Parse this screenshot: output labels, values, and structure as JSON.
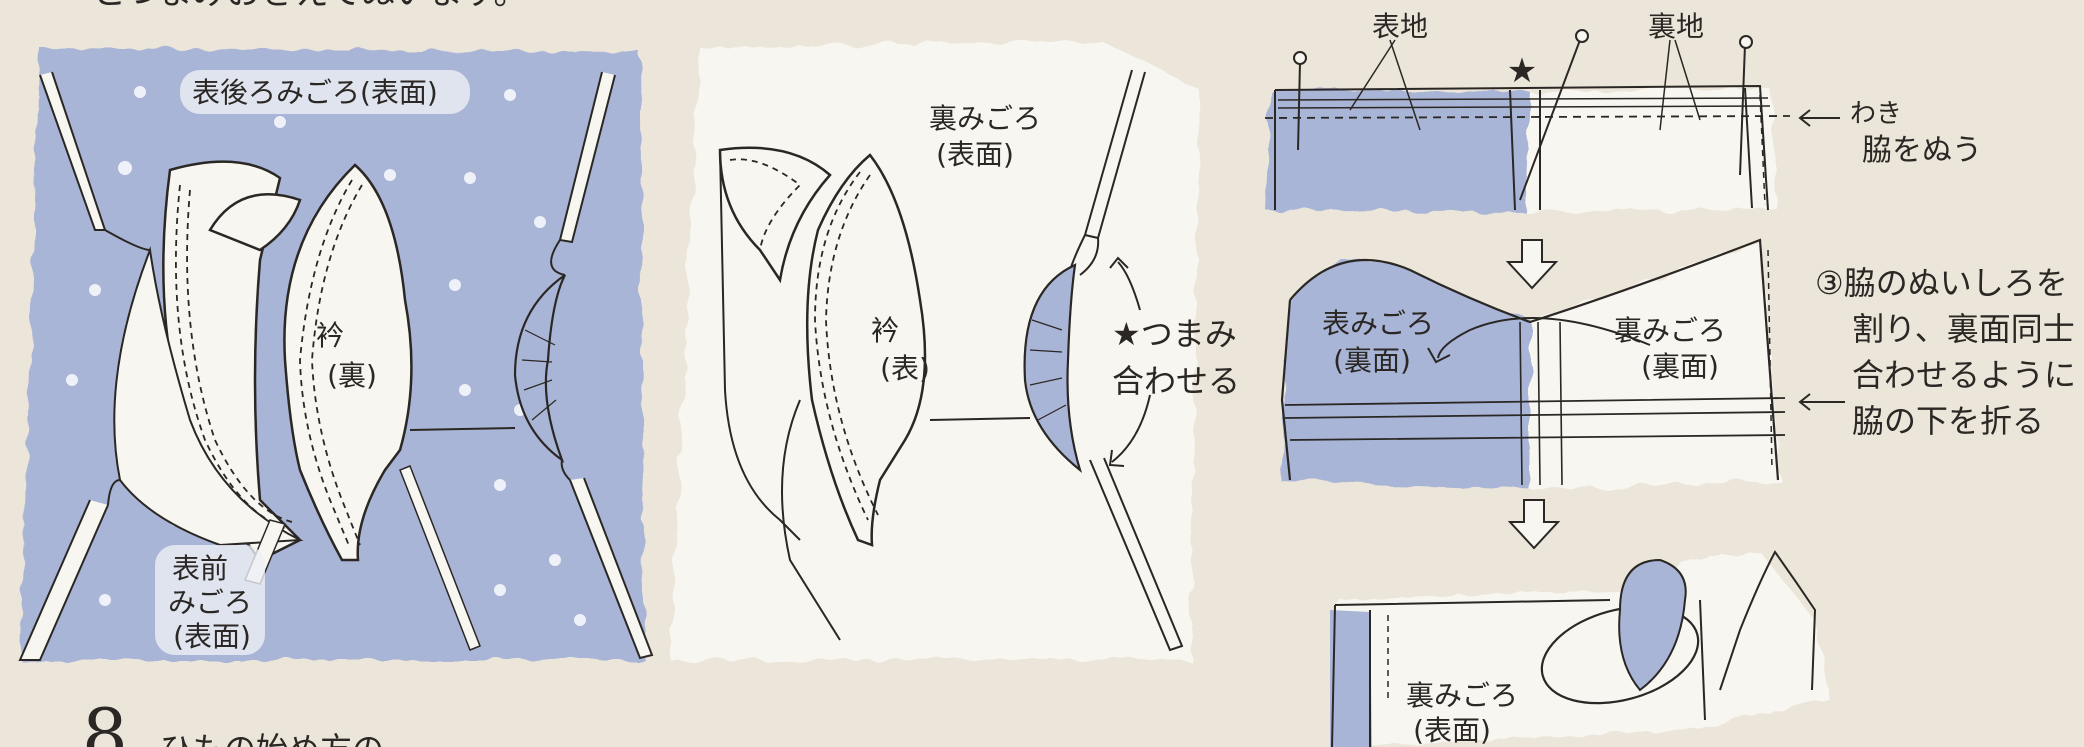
{
  "colors": {
    "paper": "#ece5d9",
    "fabric_blue": "#a9b5d6",
    "fabric_blue_light": "#c2cbe3",
    "white_fabric": "#f8f6f1",
    "ink": "#2a2724"
  },
  "top_cut_text": "とつまみおさえてぬいます。",
  "panel1": {
    "back_label": "表後ろみごろ(表面)",
    "collar_line1": "衿",
    "collar_line2": "(裏)",
    "front_line1": "表前",
    "front_line2": "みごろ",
    "front_line3": "(表面)"
  },
  "panel2": {
    "lining_line1": "裏みごろ",
    "lining_line2": "(表面)",
    "collar_line1": "衿",
    "collar_line2": "(表)",
    "pinch_line1": "★つまみ",
    "pinch_line2": "合わせる"
  },
  "panel3": {
    "outer_fabric": "表地",
    "lining_fabric": "裏地",
    "star": "★",
    "side_line1": "わき",
    "side_line2": "脇をぬう",
    "outer_body_line1": "表みごろ",
    "outer_body_line2": "(裏面)",
    "lining_body_line1": "裏みごろ",
    "lining_body_line2": "(裏面)",
    "step_line1": "③脇のぬいしろを",
    "step_line2": "割り、裏面同士",
    "step_line3": "合わせるように",
    "step_line4": "脇の下を折る",
    "bottom_line1": "裏みごろ",
    "bottom_line2": "(表面)"
  },
  "next_step_number": "8",
  "next_step_cut_text": "ひもの始め方の"
}
